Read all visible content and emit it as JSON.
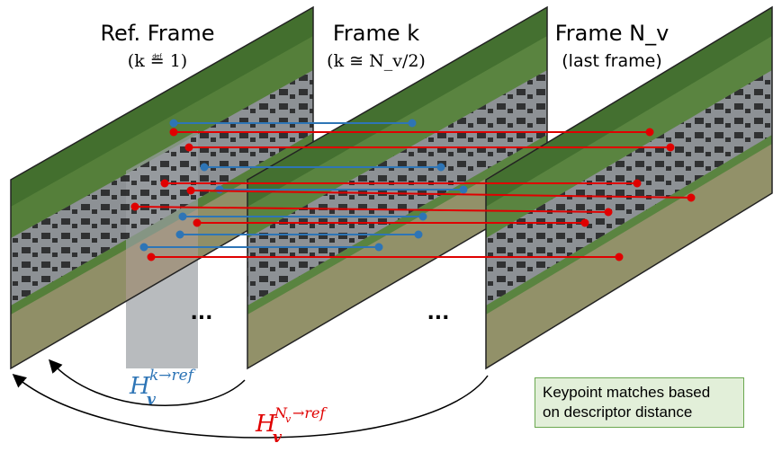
{
  "frames": [
    {
      "title": "Ref. Frame",
      "sub": "(k ≝ 1)"
    },
    {
      "title": "Frame k",
      "sub": "(k ≅ N_v/2)"
    },
    {
      "title": "Frame N_v",
      "sub": "(last frame)"
    }
  ],
  "ellipsis": [
    "...",
    "..."
  ],
  "homographies": {
    "h1": {
      "H": "H",
      "sub": "v",
      "sup": "k→ref",
      "color": "#2e75b6"
    },
    "h2": {
      "H": "H",
      "sub": "v",
      "sup_main": "N",
      "sup_sub": "v",
      "sup_rest": "→ref",
      "color": "#e00000"
    }
  },
  "legend": {
    "line1": "Keypoint matches based",
    "line2": "on descriptor distance"
  },
  "colors": {
    "blue": "#2e75b6",
    "red": "#e00000",
    "road": "#8f9396",
    "grass": "#4f7f35"
  }
}
